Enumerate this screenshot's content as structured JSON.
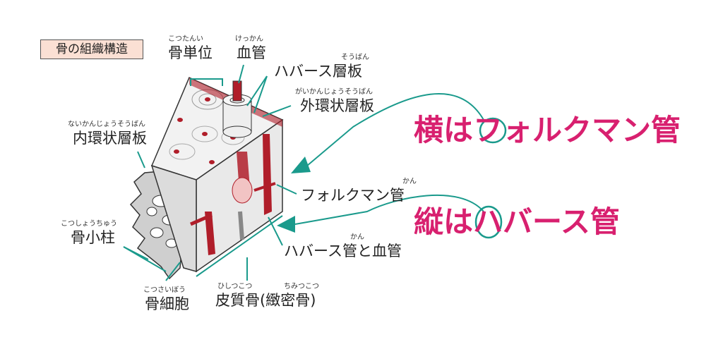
{
  "title": "骨の組織構造",
  "labels": {
    "osteon": {
      "main": "骨単位",
      "ruby": "こつたんい"
    },
    "blood_vessel": {
      "main": "血管",
      "ruby": "けっかん"
    },
    "haversian_lamellae": {
      "main": "ハバース層板",
      "ruby": "そうばん"
    },
    "outer_circumferential": {
      "main": "外環状層板",
      "ruby": "がいかんじょうそうばん"
    },
    "inner_circumferential": {
      "main": "内環状層板",
      "ruby": "ないかんじょうそうばん"
    },
    "volkmann_canal": {
      "main": "フォルクマン管",
      "ruby": "かん"
    },
    "trabecula": {
      "main": "骨小柱",
      "ruby": "こつしょうちゅう"
    },
    "haversian_canal": {
      "main": "ハバース管と血管",
      "ruby": "かん"
    },
    "osteocyte": {
      "main": "骨細胞",
      "ruby": "こつさいぼう"
    },
    "cortical_bone": {
      "main": "皮質骨(緻密骨)",
      "ruby1": "ひしつこつ",
      "ruby2": "ちみつこつ"
    }
  },
  "annotations": {
    "horizontal": "横はフォルクマン管",
    "vertical": "縦はハバース管"
  },
  "colors": {
    "accent_teal": "#1a9a8c",
    "annotation_pink": "#d8206f",
    "vessel_red": "#b01e2a",
    "title_bg": "#fbe0d4"
  }
}
